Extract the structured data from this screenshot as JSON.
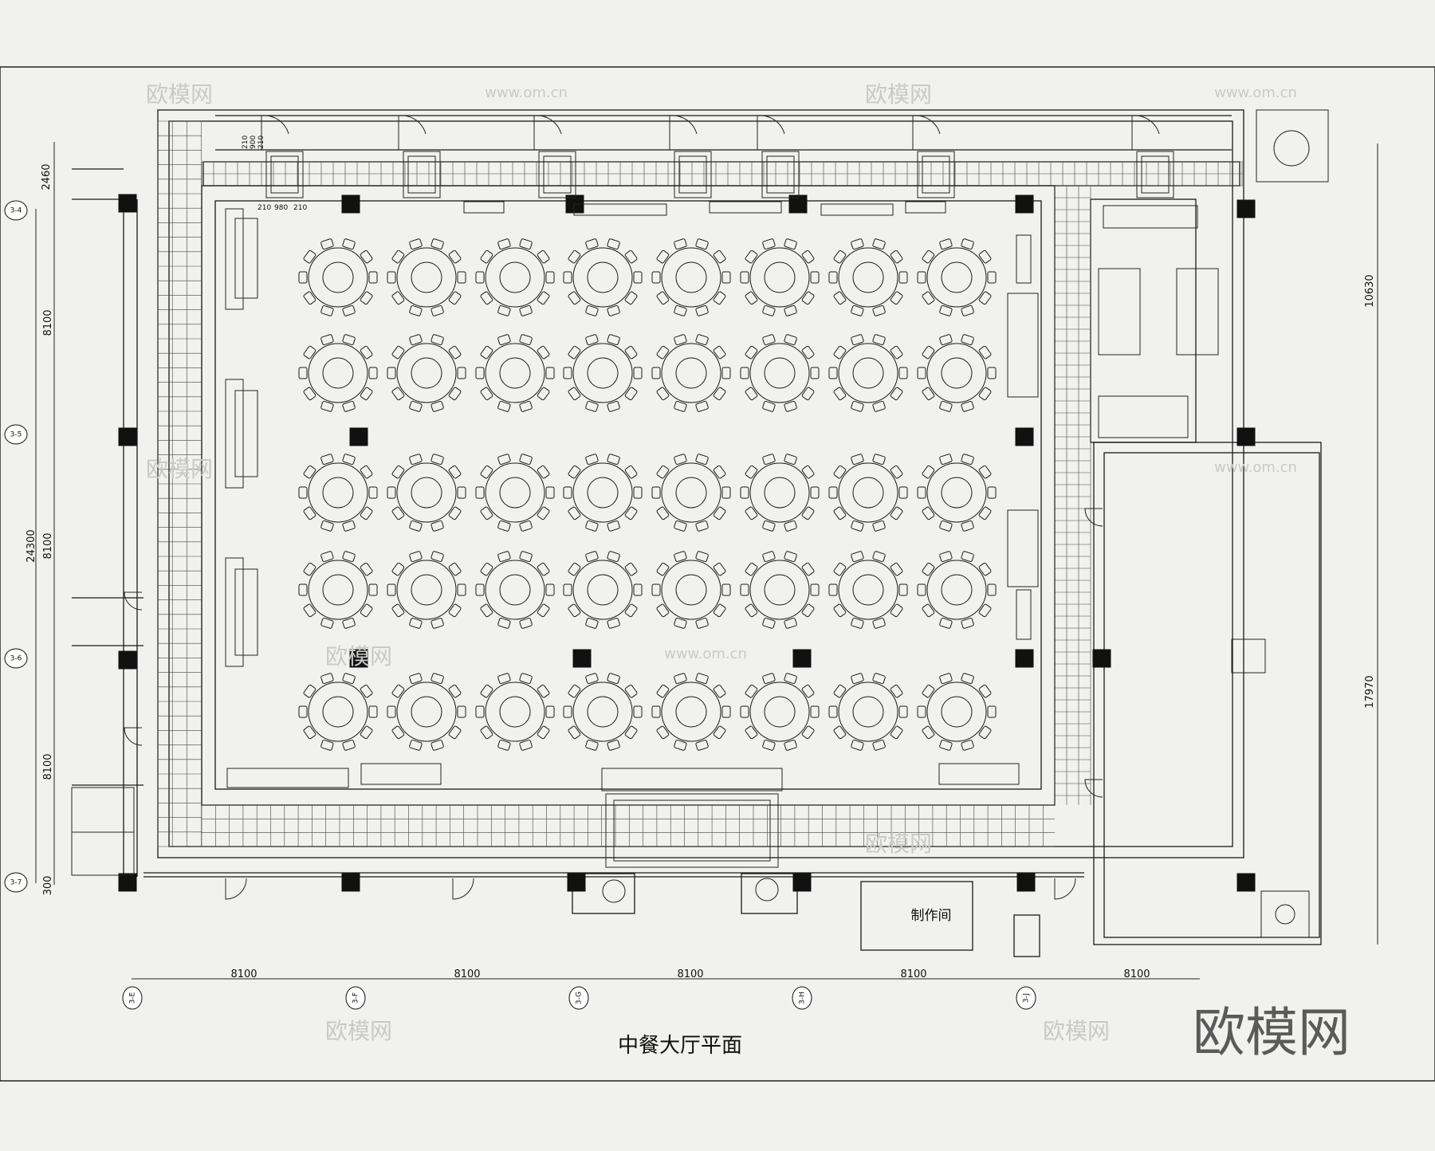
{
  "drawing": {
    "title": "中餐大厅平面",
    "room_label": "制作间",
    "small_dims": [
      "210",
      "900",
      "210",
      "210",
      "980",
      "210"
    ]
  },
  "dimensions": {
    "bottom": [
      "8100",
      "8100",
      "8100",
      "8100",
      "8100"
    ],
    "left": [
      "2460",
      "8100",
      "24300",
      "8100",
      "8100",
      "300"
    ],
    "right": [
      "10630",
      "17970"
    ]
  },
  "grid_axes": {
    "bottom": [
      "3-E",
      "3-F",
      "3-G",
      "3-H",
      "3-J"
    ],
    "left": [
      "3-4",
      "3-5",
      "3-6",
      "3-7"
    ]
  },
  "seating": {
    "rows": 5,
    "columns": 8,
    "chairs_per_table": 10
  },
  "watermark": {
    "brand": "欧模网",
    "url": "www.om.cn",
    "big": "欧模网"
  }
}
